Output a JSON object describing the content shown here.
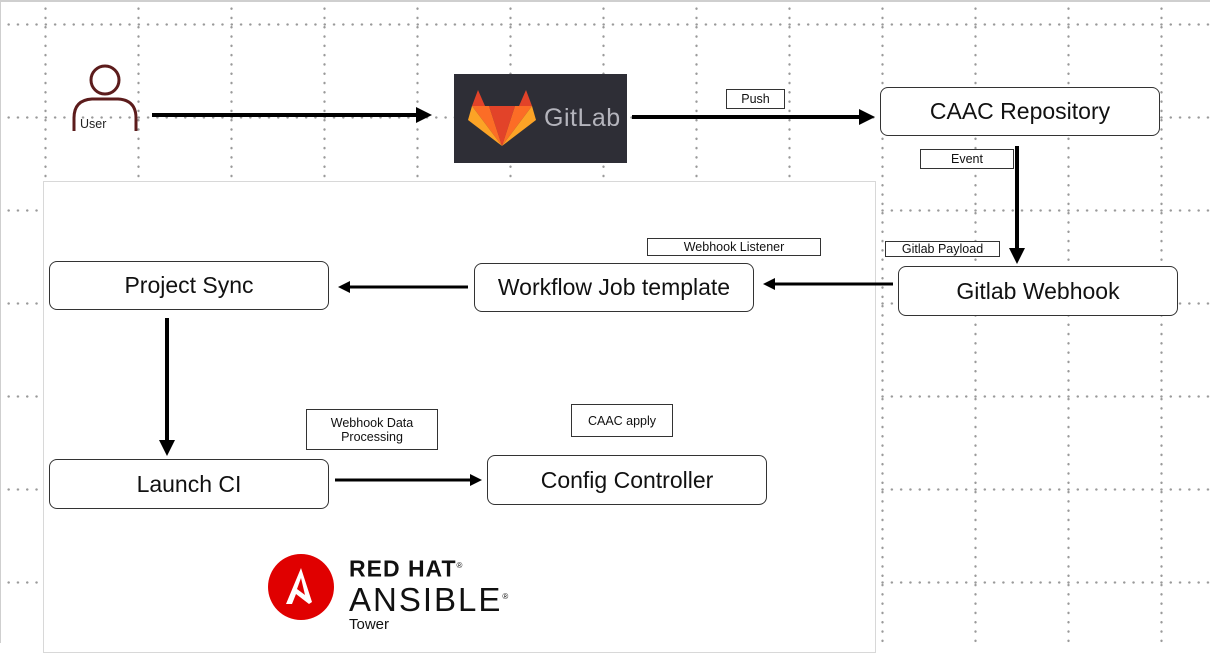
{
  "user": {
    "label": "User",
    "icon": "user-icon"
  },
  "gitlab": {
    "wordmark": "GitLab",
    "icon": "gitlab-fox-icon",
    "bg": "#2e2e36"
  },
  "nodes": {
    "caac_repository": "CAAC Repository",
    "gitlab_webhook": "Gitlab Webhook",
    "workflow_job_template": "Workflow Job template",
    "project_sync": "Project Sync",
    "launch_ci": "Launch CI",
    "config_controller": "Config Controller"
  },
  "edge_labels": {
    "push": "Push",
    "event": "Event",
    "gitlab_payload": "Gitlab Payload",
    "webhook_listener": "Webhook Listener",
    "webhook_data_processing": "Webhook Data Processing",
    "caac_apply": "CAAC apply"
  },
  "branding": {
    "top": "RED HAT",
    "mid": "ANSIBLE",
    "bottom": "Tower",
    "reg": "®",
    "logo_icon": "ansible-logo-icon",
    "logo_color": "#e00000"
  }
}
